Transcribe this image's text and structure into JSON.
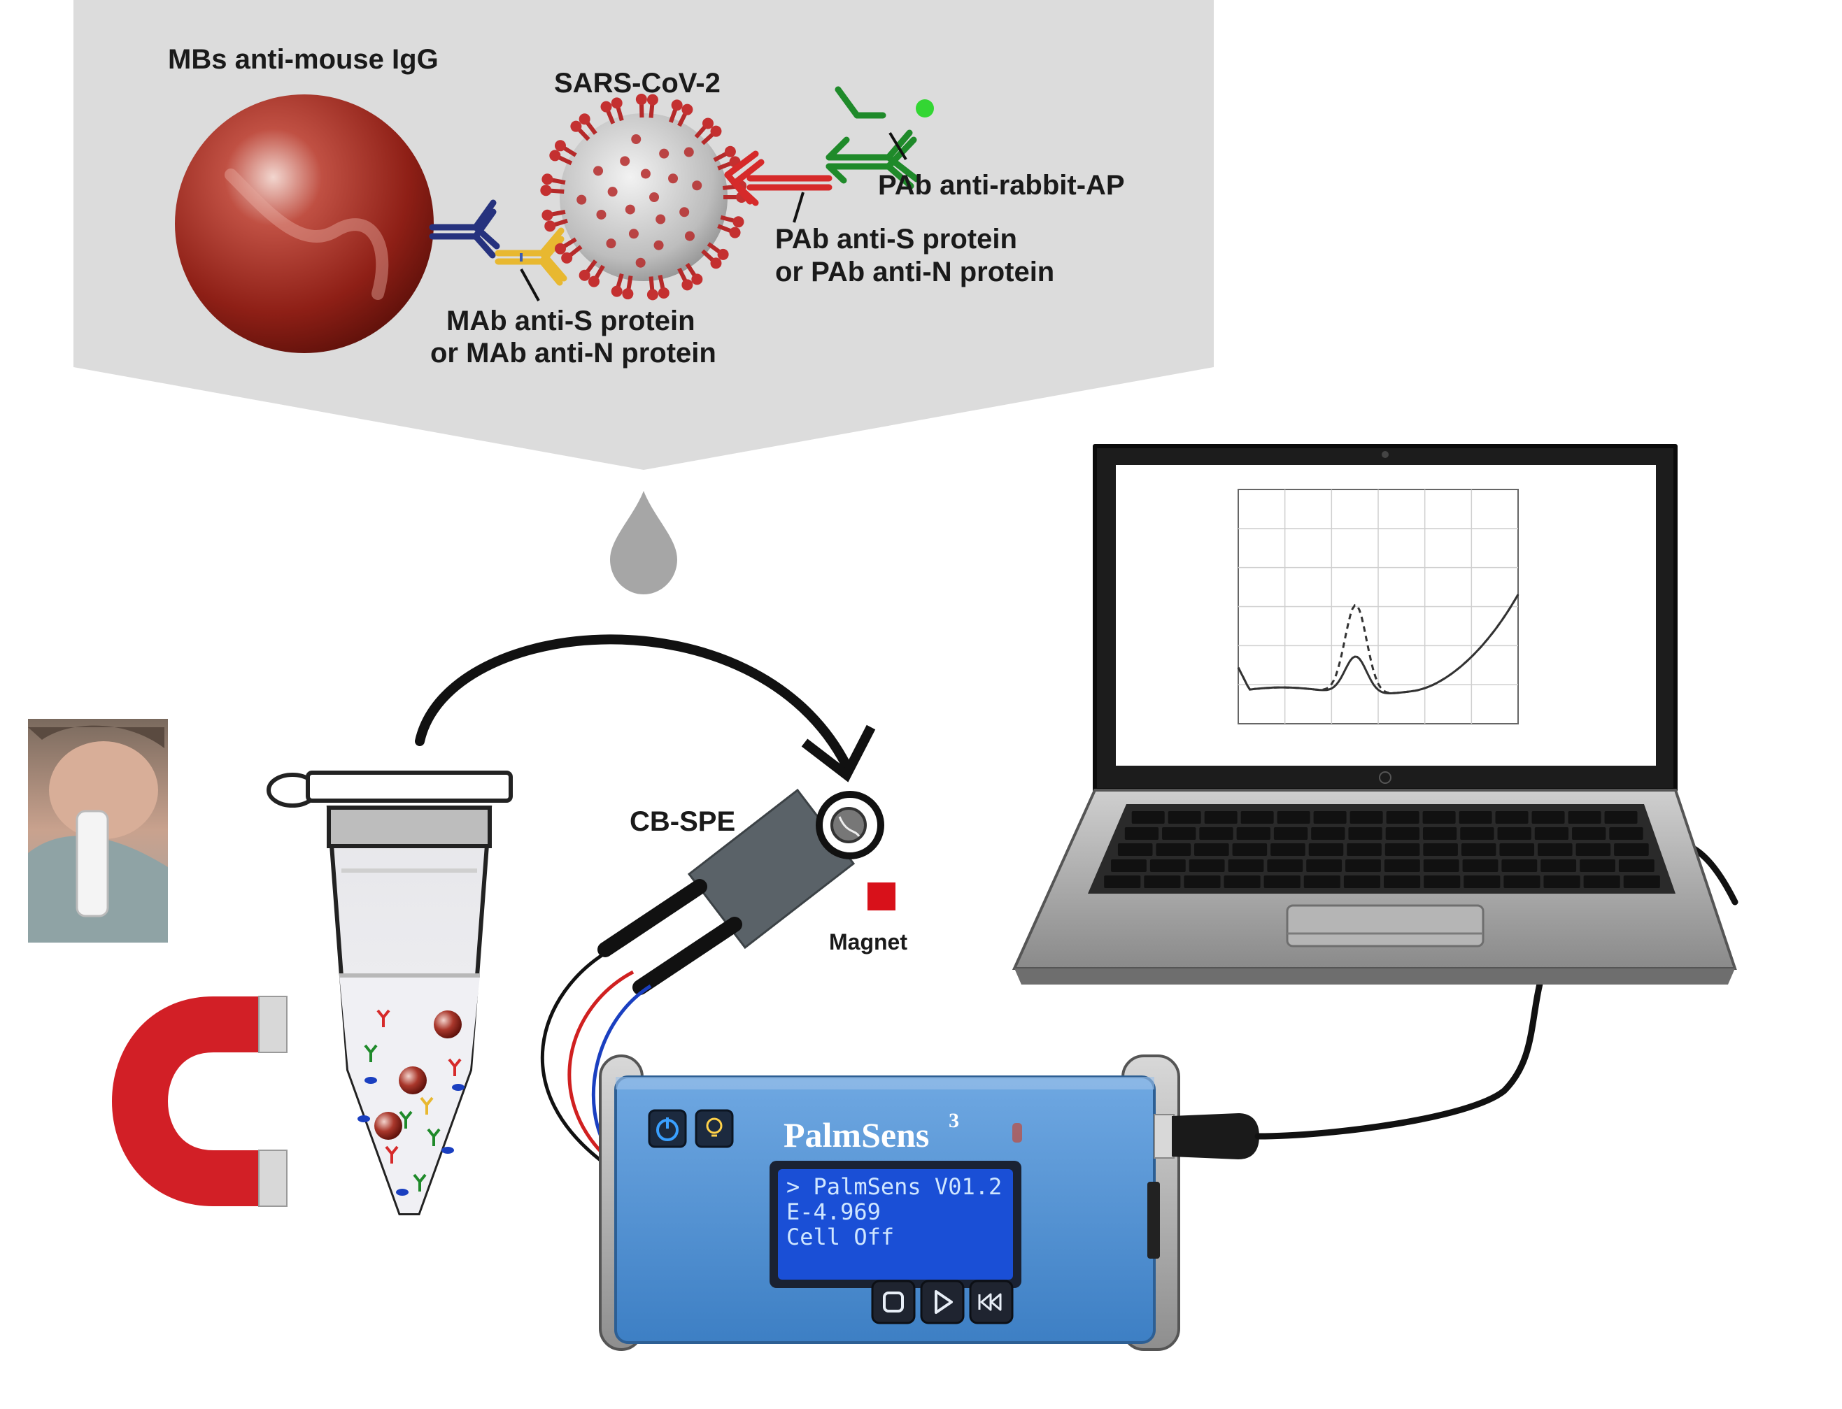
{
  "labels": {
    "beads": "MBs anti-mouse IgG",
    "virus": "SARS-CoV-2",
    "mab_line1": "MAb anti-S protein",
    "mab_line2": "or MAb anti-N protein",
    "pab_line1": "PAb anti-S protein",
    "pab_line2": "or PAb anti-N protein",
    "pab_ap": "PAb anti-rabbit-AP",
    "electrode": "CB-SPE",
    "magnet": "Magnet"
  },
  "device": {
    "brand": "PalmSens",
    "model_superscript": "3",
    "screen_lines": [
      "> PalmSens V01.2",
      "E-4.969",
      "Cell Off"
    ]
  },
  "colors": {
    "bead": "#8e1f16",
    "virus_spike": "#b52a2a",
    "mab": "#e8b830",
    "pab_red": "#d62a2a",
    "pab_ap": "#1f8a2a",
    "ap_dot": "#33d633",
    "mouse_igg": "#26327e",
    "panel_bg": "#dcdcdc",
    "device_body": "#4d91d6",
    "lcd": "#1a4fd6",
    "magnet_red": "#d21f26"
  },
  "icons": [
    "power-icon",
    "bulb-icon",
    "stop-icon",
    "play-icon",
    "rewind-icon",
    "usb-plug-icon",
    "drop-icon",
    "swab-photo-icon"
  ]
}
